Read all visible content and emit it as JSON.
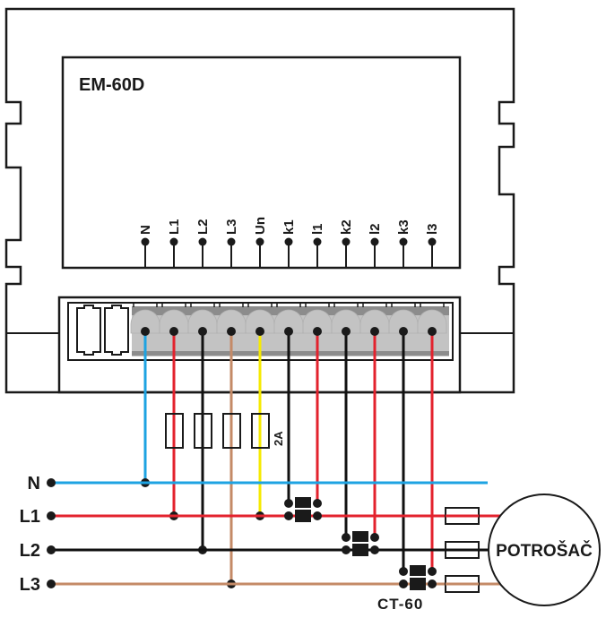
{
  "device": {
    "model": "EM-60D",
    "terminals": [
      {
        "label": "N",
        "wire": "blue"
      },
      {
        "label": "L1",
        "wire": "red"
      },
      {
        "label": "L2",
        "wire": "black"
      },
      {
        "label": "L3",
        "wire": "brown"
      },
      {
        "label": "Un",
        "wire": "yellow"
      },
      {
        "label": "k1",
        "wire": "black"
      },
      {
        "label": "l1",
        "wire": "red"
      },
      {
        "label": "k2",
        "wire": "black"
      },
      {
        "label": "l2",
        "wire": "red"
      },
      {
        "label": "k3",
        "wire": "black"
      },
      {
        "label": "l3",
        "wire": "red"
      }
    ]
  },
  "fuses": {
    "count": 4,
    "rating": "2A"
  },
  "supply_lines": [
    {
      "label": "N",
      "color": "blue"
    },
    {
      "label": "L1",
      "color": "red"
    },
    {
      "label": "L2",
      "color": "black"
    },
    {
      "label": "L3",
      "color": "brown"
    }
  ],
  "current_transformer": {
    "label": "CT-60",
    "count": 3
  },
  "load": {
    "label": "POTROŠAČ"
  },
  "colors": {
    "blue": "#1ea3e2",
    "red": "#e3222d",
    "black": "#111111",
    "brown": "#c48a67",
    "yellow": "#f6ea00",
    "terminal_light": "#c3c3c3",
    "terminal_dark": "#8c8c8c"
  }
}
